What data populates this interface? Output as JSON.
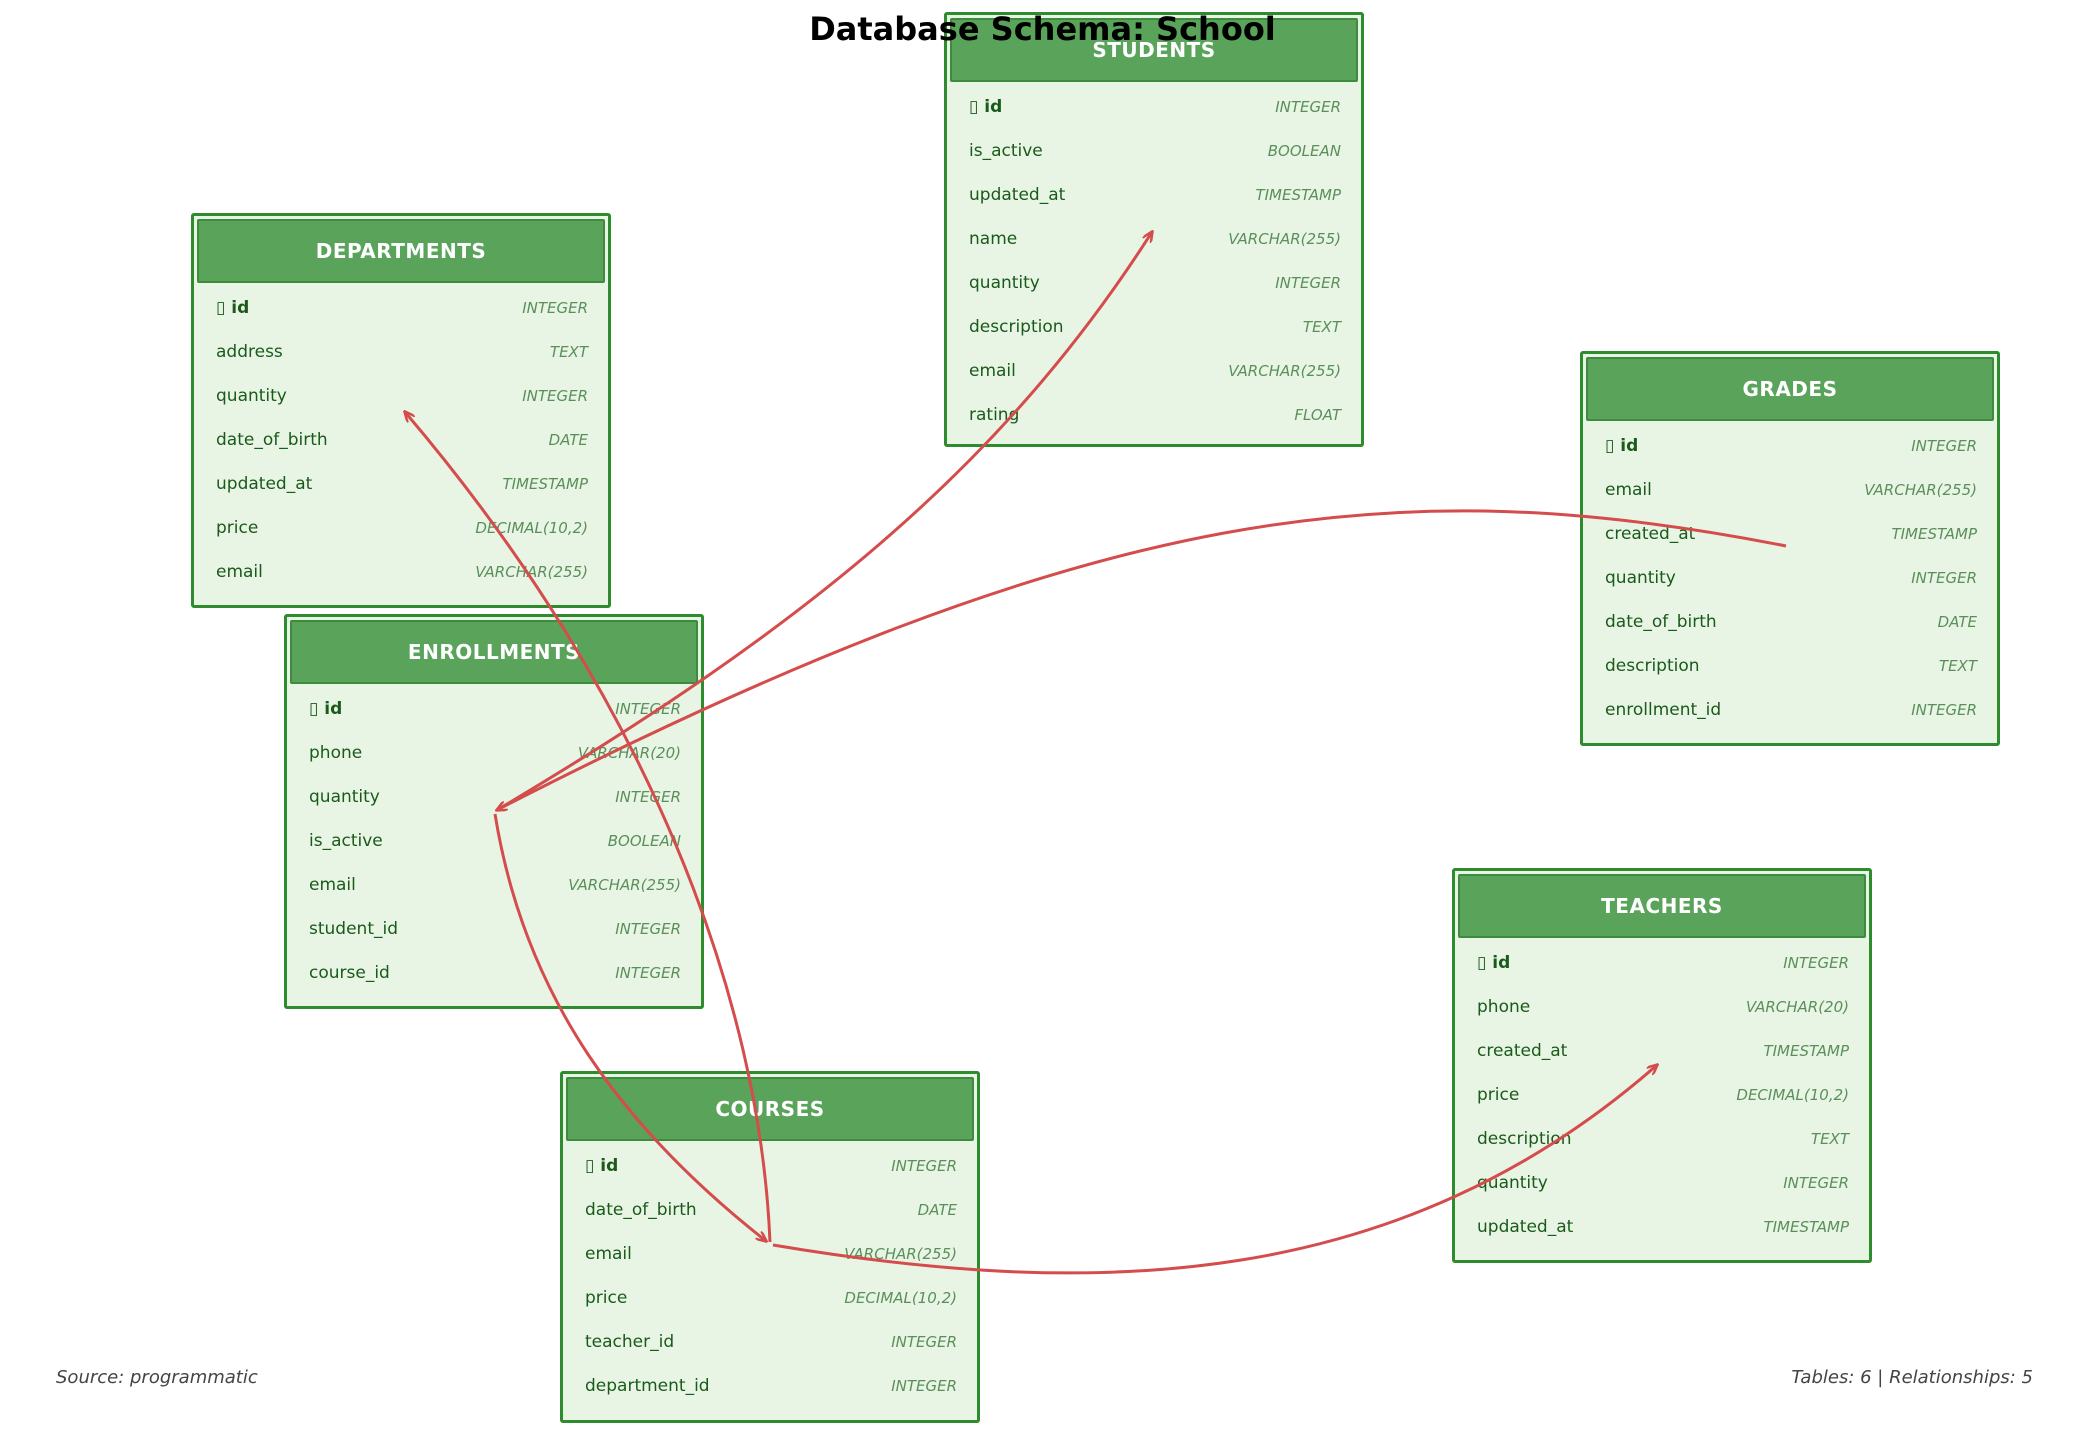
{
  "title": "Database Schema: School",
  "tables": {
    "students": {
      "name": "STUDENTS",
      "fields": [
        {
          "name": "▯ id",
          "type": "INTEGER"
        },
        {
          "name": "is_active",
          "type": "BOOLEAN"
        },
        {
          "name": "updated_at",
          "type": "TIMESTAMP"
        },
        {
          "name": "name",
          "type": "VARCHAR(255)"
        },
        {
          "name": "quantity",
          "type": "INTEGER"
        },
        {
          "name": "description",
          "type": "TEXT"
        },
        {
          "name": "email",
          "type": "VARCHAR(255)"
        },
        {
          "name": "rating",
          "type": "FLOAT"
        }
      ]
    },
    "departments": {
      "name": "DEPARTMENTS",
      "fields": [
        {
          "name": "▯ id",
          "type": "INTEGER"
        },
        {
          "name": "address",
          "type": "TEXT"
        },
        {
          "name": "quantity",
          "type": "INTEGER"
        },
        {
          "name": "date_of_birth",
          "type": "DATE"
        },
        {
          "name": "updated_at",
          "type": "TIMESTAMP"
        },
        {
          "name": "price",
          "type": "DECIMAL(10,2)"
        },
        {
          "name": "email",
          "type": "VARCHAR(255)"
        }
      ]
    },
    "grades": {
      "name": "GRADES",
      "fields": [
        {
          "name": "▯ id",
          "type": "INTEGER"
        },
        {
          "name": "email",
          "type": "VARCHAR(255)"
        },
        {
          "name": "created_at",
          "type": "TIMESTAMP"
        },
        {
          "name": "quantity",
          "type": "INTEGER"
        },
        {
          "name": "date_of_birth",
          "type": "DATE"
        },
        {
          "name": "description",
          "type": "TEXT"
        },
        {
          "name": "enrollment_id",
          "type": "INTEGER"
        }
      ]
    },
    "enrollments": {
      "name": "ENROLLMENTS",
      "fields": [
        {
          "name": "▯ id",
          "type": "INTEGER"
        },
        {
          "name": "phone",
          "type": "VARCHAR(20)"
        },
        {
          "name": "quantity",
          "type": "INTEGER"
        },
        {
          "name": "is_active",
          "type": "BOOLEAN"
        },
        {
          "name": "email",
          "type": "VARCHAR(255)"
        },
        {
          "name": "student_id",
          "type": "INTEGER"
        },
        {
          "name": "course_id",
          "type": "INTEGER"
        }
      ]
    },
    "teachers": {
      "name": "TEACHERS",
      "fields": [
        {
          "name": "▯ id",
          "type": "INTEGER"
        },
        {
          "name": "phone",
          "type": "VARCHAR(20)"
        },
        {
          "name": "created_at",
          "type": "TIMESTAMP"
        },
        {
          "name": "price",
          "type": "DECIMAL(10,2)"
        },
        {
          "name": "description",
          "type": "TEXT"
        },
        {
          "name": "quantity",
          "type": "INTEGER"
        },
        {
          "name": "updated_at",
          "type": "TIMESTAMP"
        }
      ]
    },
    "courses": {
      "name": "COURSES",
      "fields": [
        {
          "name": "▯ id",
          "type": "INTEGER"
        },
        {
          "name": "date_of_birth",
          "type": "DATE"
        },
        {
          "name": "email",
          "type": "VARCHAR(255)"
        },
        {
          "name": "price",
          "type": "DECIMAL(10,2)"
        },
        {
          "name": "teacher_id",
          "type": "INTEGER"
        },
        {
          "name": "department_id",
          "type": "INTEGER"
        }
      ]
    }
  },
  "relationships": [
    {
      "from": "enrollments",
      "to": "students"
    },
    {
      "from": "enrollments",
      "to": "courses"
    },
    {
      "from": "grades",
      "to": "enrollments"
    },
    {
      "from": "courses",
      "to": "teachers"
    },
    {
      "from": "courses",
      "to": "departments"
    }
  ],
  "colors": {
    "header": "#5aa35a",
    "border": "#2e8b2e",
    "body": "#e8f5e5",
    "relation": "#d44c4c"
  },
  "footer": {
    "source": "Source: programmatic",
    "stats": "Tables: 6 | Relationships: 5"
  }
}
